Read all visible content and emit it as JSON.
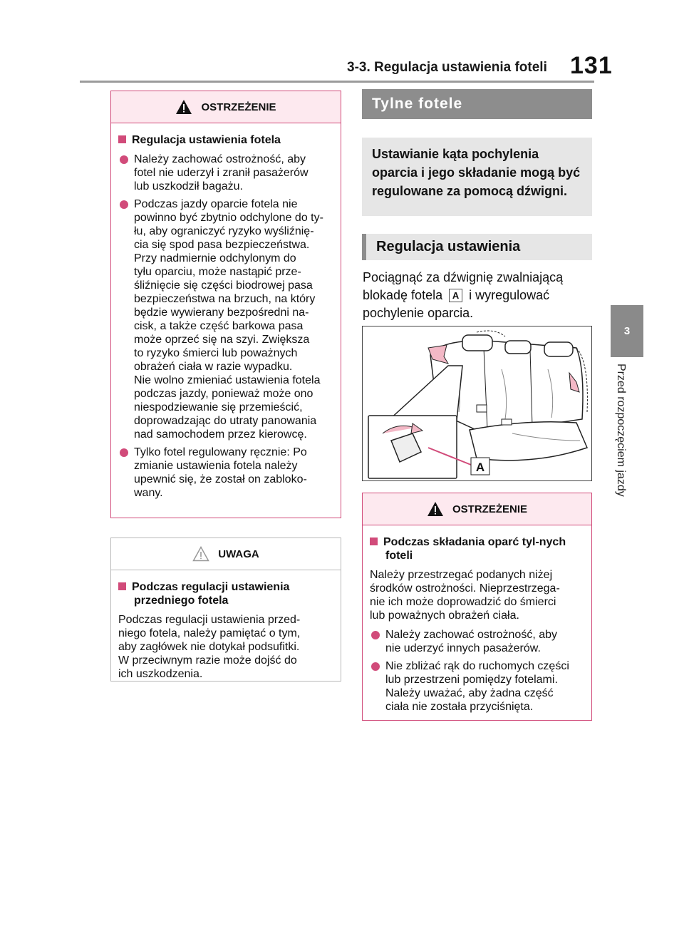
{
  "header": {
    "title": "3-3. Regulacja ustawienia foteli",
    "page_number": "131"
  },
  "side_tab": {
    "number": "3",
    "label": "Przed rozpoczęciem jazdy"
  },
  "left": {
    "warning": {
      "title": "OSTRZEŻENIE",
      "heading": "Regulacja ustawienia fotela",
      "bullets": [
        [
          "Należy zachować ostrożność, aby",
          "fotel nie uderzył i zranił pasażerów",
          "lub uszkodził bagażu."
        ],
        [
          "Podczas jazdy oparcie fotela nie",
          "powinno być zbytnio odchylone do ty-",
          "łu, aby ograniczyć ryzyko wyśliźnię-",
          "cia się spod pasa bezpieczeństwa.",
          "Przy nadmiernie odchylonym do",
          "tyłu oparciu, może nastąpić prze-",
          "śliźnięcie się części biodrowej pasa",
          "bezpieczeństwa na brzuch, na który",
          "będzie wywierany bezpośredni na-",
          "cisk, a także część barkowa pasa",
          "może oprzeć się na szyi. Zwiększa",
          "to ryzyko śmierci lub poważnych",
          "obrażeń ciała w razie wypadku.",
          "Nie wolno zmieniać ustawienia fotela",
          "podczas jazdy, ponieważ może ono",
          "niespodziewanie się przemieścić,",
          "doprowadzając do utraty panowania",
          "nad samochodem przez kierowcę."
        ],
        [
          "Tylko fotel regulowany ręcznie: Po",
          "zmianie ustawienia fotela należy",
          "upewnić się, że został on zabloko-",
          "wany."
        ]
      ]
    },
    "note": {
      "title": "UWAGA",
      "heading": "Podczas regulacji ustawienia przedniego fotela",
      "text": [
        "Podczas regulacji ustawienia przed-",
        "niego fotela, należy pamiętać o tym,",
        "aby zagłówek nie dotykał podsufitki.",
        "W przeciwnym razie może dojść do",
        "ich uszkodzenia."
      ]
    }
  },
  "right": {
    "section_title": "Tylne fotele",
    "intro": "Ustawianie kąta pochylenia oparcia i jego składanie mogą być regulowane za pomocą dźwigni.",
    "subsection_title": "Regulacja ustawienia",
    "instruction_before": "Pociągnąć za dźwignię zwalniającą blokadę fotela",
    "instruction_label": "A",
    "instruction_after": "i wyregulować pochylenie oparcia.",
    "illustration_label": "A",
    "warning": {
      "title": "OSTRZEŻENIE",
      "heading": "Podczas składania oparć tyl-nych foteli",
      "text": [
        "Należy przestrzegać podanych niżej",
        "środków ostrożności. Nieprzestrzega-",
        "nie ich może doprowadzić do śmierci",
        "lub poważnych obrażeń ciała."
      ],
      "bullets": [
        [
          "Należy zachować ostrożność, aby",
          "nie uderzyć innych pasażerów."
        ],
        [
          "Nie zbliżać rąk do ruchomych części",
          "lub przestrzeni pomiędzy fotelami.",
          "Należy uważać, aby żadna część",
          "ciała nie została przyciśnięta."
        ]
      ]
    }
  },
  "colors": {
    "accent": "#d14b7a",
    "section_bar": "#8d8d8d",
    "panel": "#e6e6e6"
  }
}
